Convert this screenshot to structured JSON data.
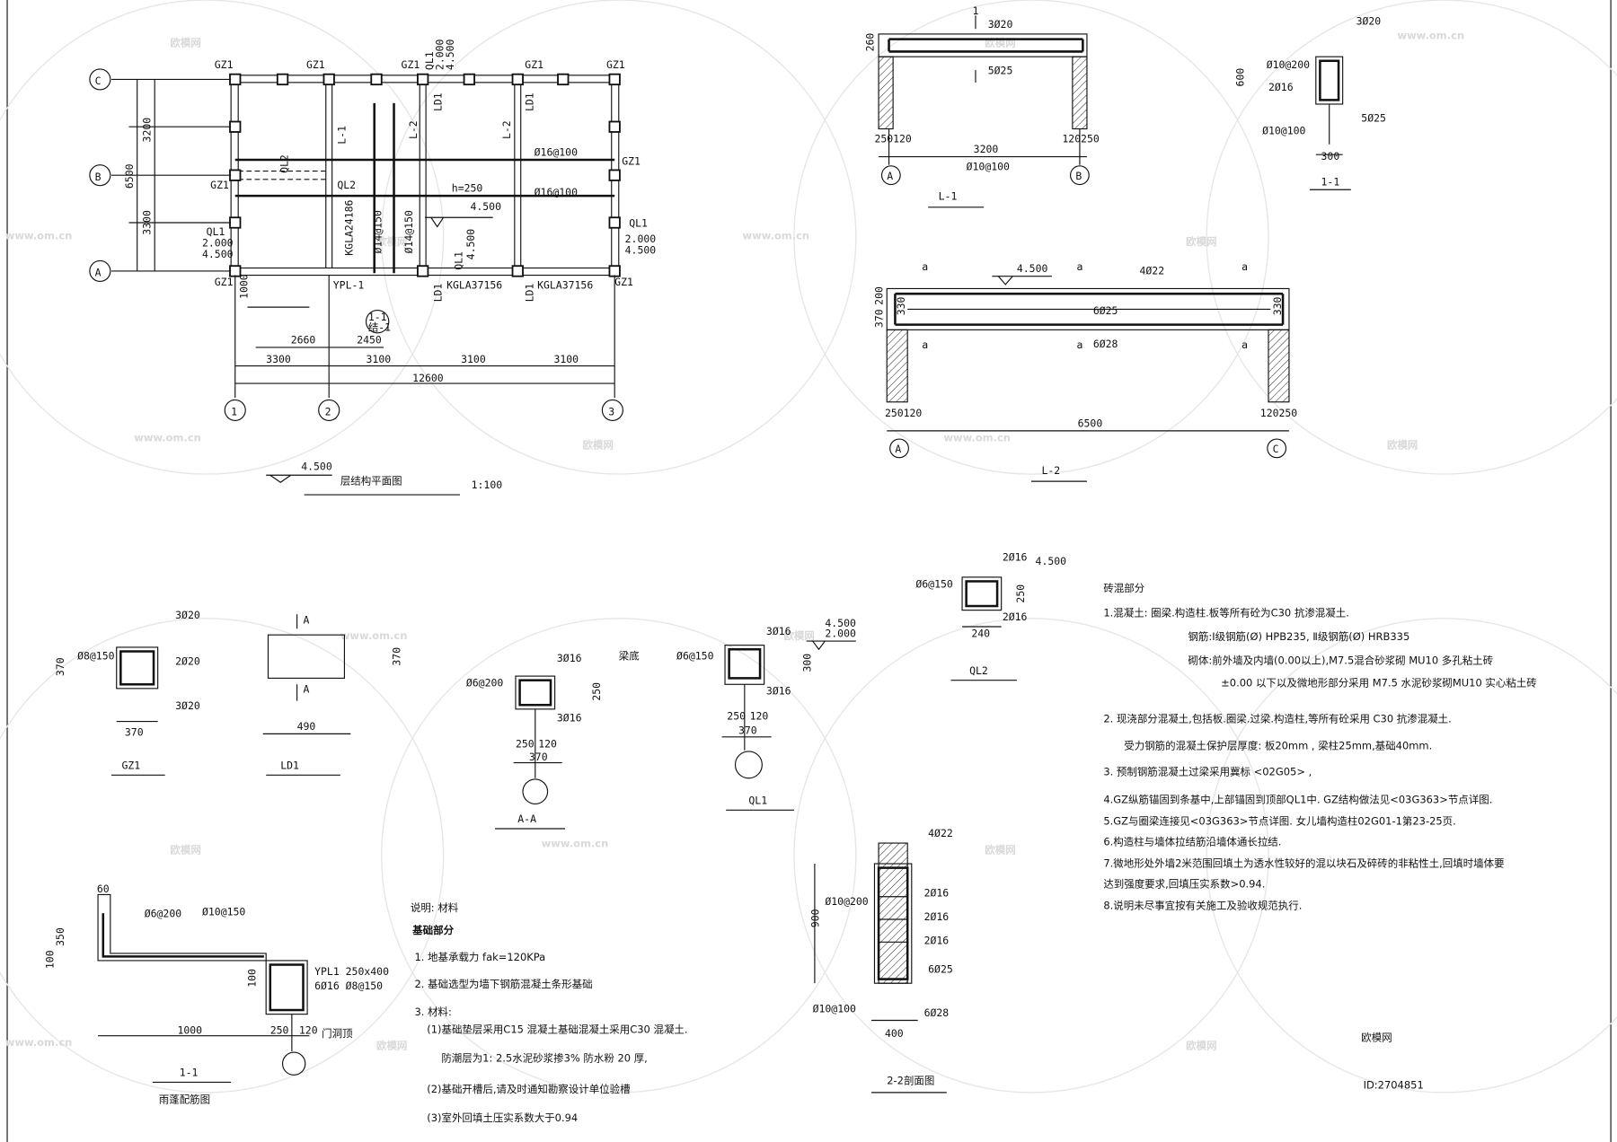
{
  "watermark": {
    "brand": "欧模网",
    "id": "ID:2704851",
    "url": "www.om.cn"
  },
  "plan": {
    "title": "层结构平面图",
    "scale": "1:100",
    "level": "4.500",
    "axis_rows": [
      "C",
      "B",
      "A"
    ],
    "axis_cols": [
      "1",
      "2",
      "3"
    ],
    "dims_v": [
      "3200",
      "3300",
      "6500"
    ],
    "dims_h": [
      "3300",
      "3100",
      "3100",
      "3100",
      "12600",
      "2660",
      "2450",
      "1000"
    ],
    "gz": "GZ1",
    "ld": "LD1",
    "ql1": "QL1",
    "ql2": "QL2",
    "l1": "L-1",
    "l2": "L-2",
    "elev_a": "2.000",
    "elev_b": "4.500",
    "rebar_16": "Ø16@100",
    "rebar_14": "Ø14@150",
    "h": "h=250",
    "kgla1": "KGLA24186",
    "kgla2": "KGLA37156",
    "ypl": "YPL-1",
    "sec": "1-1",
    "sec_sub": "结-1"
  },
  "l1": {
    "title": "L-1",
    "top": "3Ø20",
    "bot": "5Ø25",
    "stir": "Ø10@100",
    "span": "3200",
    "h": "260",
    "s1": "250",
    "s2": "120",
    "ax1": "A",
    "ax2": "B",
    "cut": "1"
  },
  "s11": {
    "title": "1-1",
    "top": "3Ø20",
    "stir1": "Ø10@200",
    "side": "2Ø16",
    "stir2": "Ø10@100",
    "bot": "5Ø25",
    "h": "600",
    "w": "300"
  },
  "l2": {
    "title": "L-2",
    "elev": "4.500",
    "top": "4Ø22",
    "mid": "6Ø25",
    "bot": "6Ø28",
    "span": "6500",
    "h1": "370",
    "h2": "200",
    "c": "330",
    "s1": "250",
    "s2": "120",
    "ax1": "A",
    "ax2": "C",
    "cut": "a"
  },
  "ql2": {
    "title": "QL2",
    "top": "2Ø16",
    "stir": "Ø6@150",
    "bot": "2Ø16",
    "h": "250",
    "w": "240",
    "elev": "4.500"
  },
  "gz1": {
    "title": "GZ1",
    "top": "3Ø20",
    "stir": "Ø8@150",
    "mid": "2Ø20",
    "bot": "3Ø20",
    "h": "370",
    "w": "370"
  },
  "ld1": {
    "title": "LD1",
    "cut": "A",
    "h": "370",
    "w": "490"
  },
  "aa": {
    "title": "A-A",
    "top": "3Ø16",
    "stir": "Ø6@200",
    "bot": "3Ø16",
    "h": "250",
    "w1": "250",
    "w2": "120",
    "w": "370",
    "label": "梁底"
  },
  "ql1": {
    "title": "QL1",
    "top": "3Ø16",
    "stir": "Ø6@150",
    "bot": "3Ø16",
    "h": "300",
    "w1": "250",
    "w2": "120",
    "w": "370",
    "elev1": "4.500",
    "elev2": "2.000"
  },
  "canopy": {
    "title": "雨蓬配筋图",
    "sec": "1-1",
    "ypl": "YPL1 250x400",
    "r1": "Ø6@200",
    "r2": "Ø10@150",
    "r3": "6Ø16 Ø8@150",
    "d60": "60",
    "d350": "350",
    "d100": "100",
    "d100b": "100",
    "d1000": "1000",
    "d250": "250",
    "d120": "120",
    "door": "门洞顶"
  },
  "s22": {
    "title": "2-2剖面图",
    "top": "4Ø22",
    "stir1": "Ø10@200",
    "stir2": "Ø10@100",
    "side": [
      "2Ø16",
      "2Ø16",
      "2Ø16"
    ],
    "mid": "6Ø25",
    "bot": "6Ø28",
    "h": "900",
    "w": "400"
  },
  "notes_found": {
    "intro": "说明: 材料",
    "title": "基础部分",
    "items": [
      "1.  地基承载力 fak=120KPa",
      "2.  基础选型为墙下钢筋混凝土条形基础",
      "3.  材料:",
      "(1)基础垫层采用C15 混凝土基础混凝土采用C30 混凝土.",
      "防潮层为1: 2.5水泥砂浆掺3% 防水粉 20 厚,",
      "(2)基础开槽后,请及时通知勘察设计单位验槽",
      "(3)室外回填土压实系数大于0.94"
    ]
  },
  "notes_brick": {
    "title": "砖混部分",
    "items": [
      "1.混凝土:   圈梁.构造柱.板等所有砼为C30 抗渗混凝土.",
      "钢筋:Ⅰ级钢筋(Ø) HPB235,  Ⅱ级钢筋(Ø) HRB335",
      "砌体:前外墙及内墙(0.00以上),M7.5混合砂浆砌 MU10 多孔粘土砖",
      "±0.00 以下以及微地形部分采用 M7.5 水泥砂浆砌MU10 实心粘土砖",
      "2.  现浇部分混凝土,包括板.圈梁.过梁.构造柱,等所有砼采用 C30 抗渗混凝土.",
      "受力钢筋的混凝土保护层厚度: 板20mm  , 梁柱25mm,基础40mm.",
      "3.  预制钢筋混凝土过梁采用冀标 <02G05>  ,",
      "4.GZ纵筋锚固到条基中,上部锚固到顶部QL1中. GZ结构做法见<03G363>节点详图.",
      "5.GZ与圈梁连接见<03G363>节点详图. 女儿墙构造柱02G01-1第23-25页.",
      "6.构造柱与墙体拉结筋沿墙体通长拉结.",
      "7.微地形处外墙2米范围回填土为透水性较好的混以块石及碎砖的非粘性土,回填时墙体要",
      "达到强度要求,回填压实系数>0.94.",
      "8.说明未尽事宜按有关施工及验收规范执行."
    ]
  }
}
